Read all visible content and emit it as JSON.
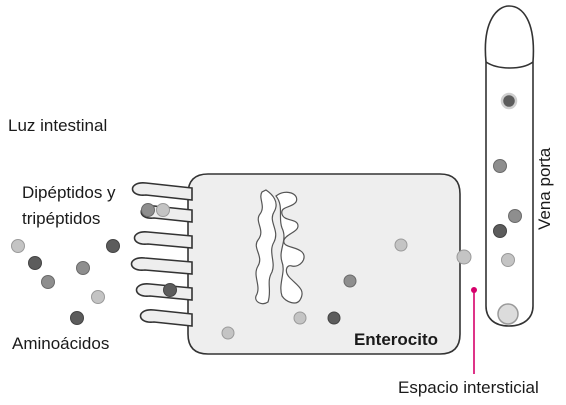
{
  "labels": {
    "lumen": "Luz intestinal",
    "peptides_line1": "Dipéptidos y",
    "peptides_line2": "tripéptidos",
    "amino_acids": "Aminoácidos",
    "enterocyte": "Enterocito",
    "portal_vein": "Vena porta",
    "interstitial_space": "Espacio intersticial"
  },
  "colors": {
    "cell_fill": "#eeeeee",
    "outline": "#333333",
    "particle_dark": "#5c5c5c",
    "particle_mid": "#8e8e8e",
    "particle_light": "#c4c4c4",
    "pointer": "#d6006b"
  }
}
